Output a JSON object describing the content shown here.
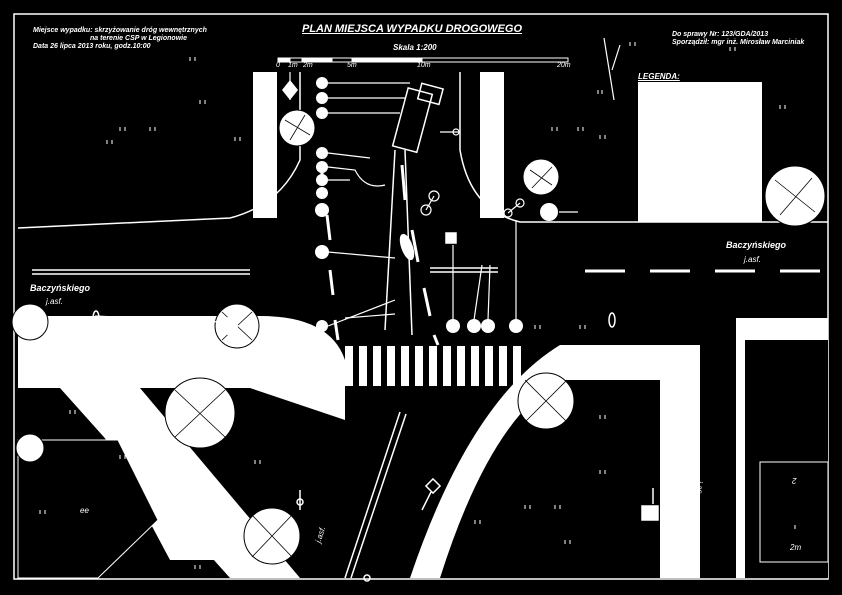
{
  "header": {
    "place_line1": "Miejsce wypadku: skrzyżowanie dróg wewnętrznych",
    "place_line2": "na terenie CSP w Legionowie",
    "date_line": "Data 26 lipca 2013 roku, godz.10:00",
    "title": "PLAN MIEJSCA WYPADKU DROGOWEGO",
    "scale": "Skala 1:200",
    "case_no": "Do sprawy Nr: 123/GDA/2013",
    "author": "Sporządził: mgr inż. Mirosław Marciniak"
  },
  "scale_bar": {
    "ticks": [
      "0",
      "1m",
      "2m",
      "5m",
      "10m",
      "20m"
    ]
  },
  "legend": {
    "title": "LEGENDA:"
  },
  "streets": {
    "right_name": "Baczyńskiego",
    "right_surface": "j.asf.",
    "left_name": "Baczyńskiego",
    "left_surface": "j.asf.",
    "diag_surface": "j.asf.",
    "right_road_surface": "j.as."
  },
  "markers": {
    "number_2": "2",
    "distance": "2m",
    "box_label": "ее"
  },
  "colors": {
    "background": "#000000",
    "lines": "#ffffff"
  }
}
